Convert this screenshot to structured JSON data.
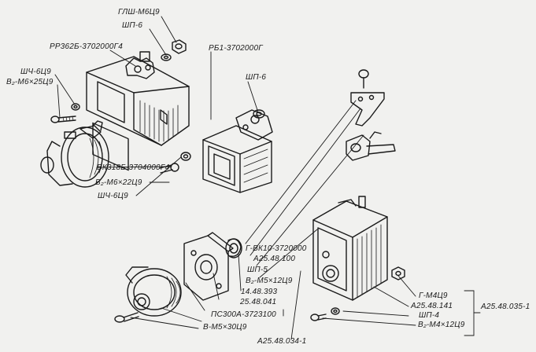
{
  "labels": {
    "glsh_m6ts9": "ГЛШ-М6Ц9",
    "shp_6_top": "ШП-6",
    "rr362b": "РР362Б-3702000Г4",
    "rb1": "РБ1-3702000Г",
    "shch_6ts9_left": "ШЧ-6Ц9",
    "v2_m6x25": "В₂-М6×25Ц9",
    "shp_6_right": "ШП-6",
    "vk318b": "ВК318Б-3704000Г4",
    "v2_m6x22": "В₂-М6×22Ц9",
    "shch_6ts9_bottom": "ШЧ-6Ц9",
    "g_vk10": "Г-ВК10-3720000",
    "a25_48_100": "А25.48.100",
    "shp_5": "ШП-5",
    "v2_m5x12": "В₂-М5×12Ц9",
    "p14_48_393": "14.48.393",
    "p25_48_041": "25.48.041",
    "ps300a": "ПС300А-3723100",
    "v_m5x30": "В-М5×30Ц9",
    "a25_48_034": "А25.48.034-1",
    "g_m4ts9": "Г-М4Ц9",
    "a25_48_141": "А25.48.141",
    "shp_4": "ШП-4",
    "v2_m4x12": "В₂-М4×12Ц9",
    "a25_48_035": "А25.48.035-1"
  }
}
